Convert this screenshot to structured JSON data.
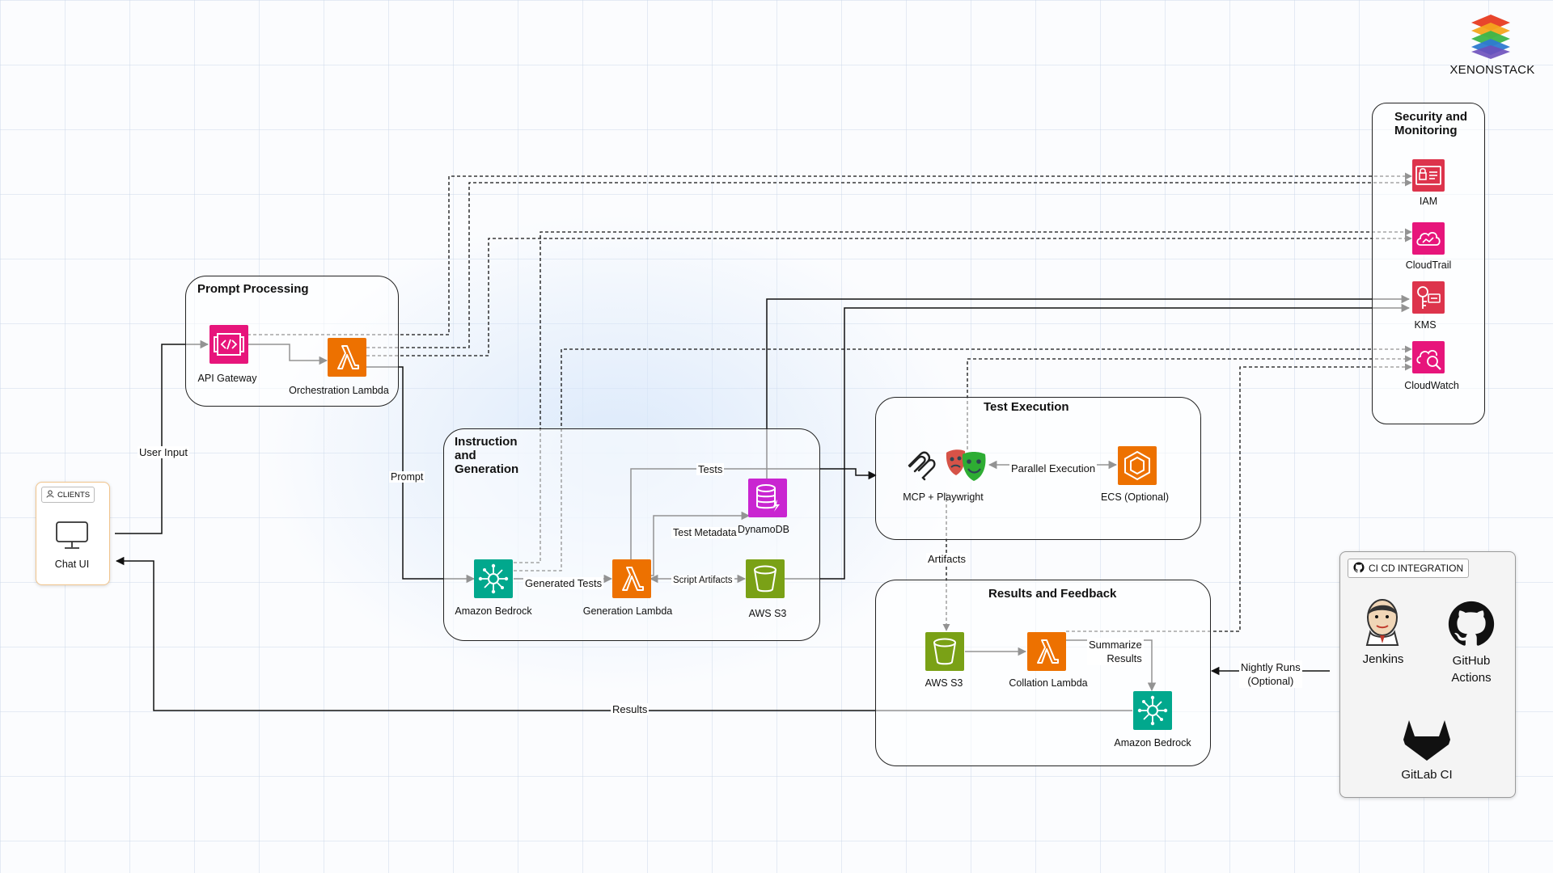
{
  "brand": {
    "name": "XENONSTACK"
  },
  "groups": {
    "clients": {
      "title": "CLIENTS",
      "items": {
        "chat_ui": "Chat UI"
      }
    },
    "prompt_processing": {
      "title": "Prompt Processing",
      "items": {
        "api_gateway": "API Gateway",
        "orchestration_lambda": "Orchestration Lambda"
      }
    },
    "instruction_generation": {
      "title_line1": "Instruction",
      "title_line2": "and",
      "title_line3": "Generation",
      "items": {
        "amazon_bedrock": "Amazon Bedrock",
        "generation_lambda": "Generation Lambda",
        "dynamodb": "DynamoDB",
        "aws_s3": "AWS S3"
      }
    },
    "test_execution": {
      "title": "Test Execution",
      "items": {
        "mcp_playwright": "MCP + Playwright",
        "ecs": "ECS (Optional)"
      }
    },
    "results_feedback": {
      "title": "Results and Feedback",
      "items": {
        "aws_s3": "AWS S3",
        "collation_lambda": "Collation Lambda",
        "amazon_bedrock": "Amazon Bedrock"
      }
    },
    "security_monitoring": {
      "title_line1": "Security and",
      "title_line2": "Monitoring",
      "items": {
        "iam": "IAM",
        "cloudtrail": "CloudTrail",
        "kms": "KMS",
        "cloudwatch": "CloudWatch"
      }
    },
    "ci_cd": {
      "title": "CI CD INTEGRATION",
      "items": {
        "jenkins": "Jenkins",
        "github_line1": "GitHub",
        "github_line2": "Actions",
        "gitlab": "GitLab CI"
      }
    }
  },
  "edges": {
    "user_input": "User Input",
    "prompt": "Prompt",
    "generated_tests": "Generated Tests",
    "tests": "Tests",
    "test_metadata": "Test Metadata",
    "script_artifacts": "Script Artifacts",
    "parallel_execution": "Parallel Execution",
    "artifacts": "Artifacts",
    "summarize_line1": "Summarize",
    "summarize_line2": "Results",
    "results": "Results",
    "nightly_line1": "Nightly Runs",
    "nightly_line2": "(Optional)"
  },
  "colors": {
    "aws_pink": "#e7157b",
    "aws_orange": "#ed7100",
    "aws_teal": "#01a88d",
    "aws_purple": "#c925d1",
    "aws_green": "#7aa116",
    "aws_red": "#dd344c"
  },
  "icons": {
    "api_gateway": "api-gateway-icon",
    "lambda": "lambda-icon",
    "bedrock": "bedrock-icon",
    "dynamodb": "dynamodb-icon",
    "s3": "s3-bucket-icon",
    "mcp": "mcp-icon",
    "playwright": "playwright-masks-icon",
    "ecs": "ecs-icon",
    "iam": "iam-icon",
    "cloudtrail": "cloudtrail-icon",
    "kms": "kms-icon",
    "cloudwatch": "cloudwatch-icon",
    "monitor": "monitor-icon",
    "user": "user-icon",
    "jenkins": "jenkins-icon",
    "github": "github-icon",
    "gitlab": "gitlab-icon"
  }
}
